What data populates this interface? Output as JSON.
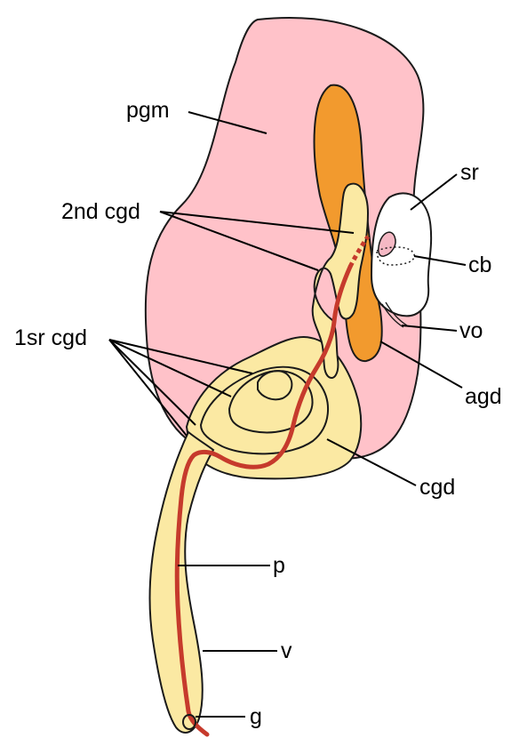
{
  "diagram": {
    "colors": {
      "gland": "#ffc2c9",
      "albumen_gland": "#f29a2e",
      "gland_duct": "#fbe9a3",
      "receptacle": "#ffffff",
      "ovary_canal": "#c63a2c",
      "outline": "#1a1a1a",
      "leader": "#000000",
      "cb_pink": "#f5b8c4"
    },
    "labels": {
      "pgm": "pgm",
      "cgd2": "2nd cgd",
      "cgd1": "1sr cgd",
      "sr": "sr",
      "cb": "cb",
      "vo": "vo",
      "agd": "agd",
      "cgd": "cgd",
      "p": "p",
      "v": "v",
      "g": "g"
    }
  }
}
